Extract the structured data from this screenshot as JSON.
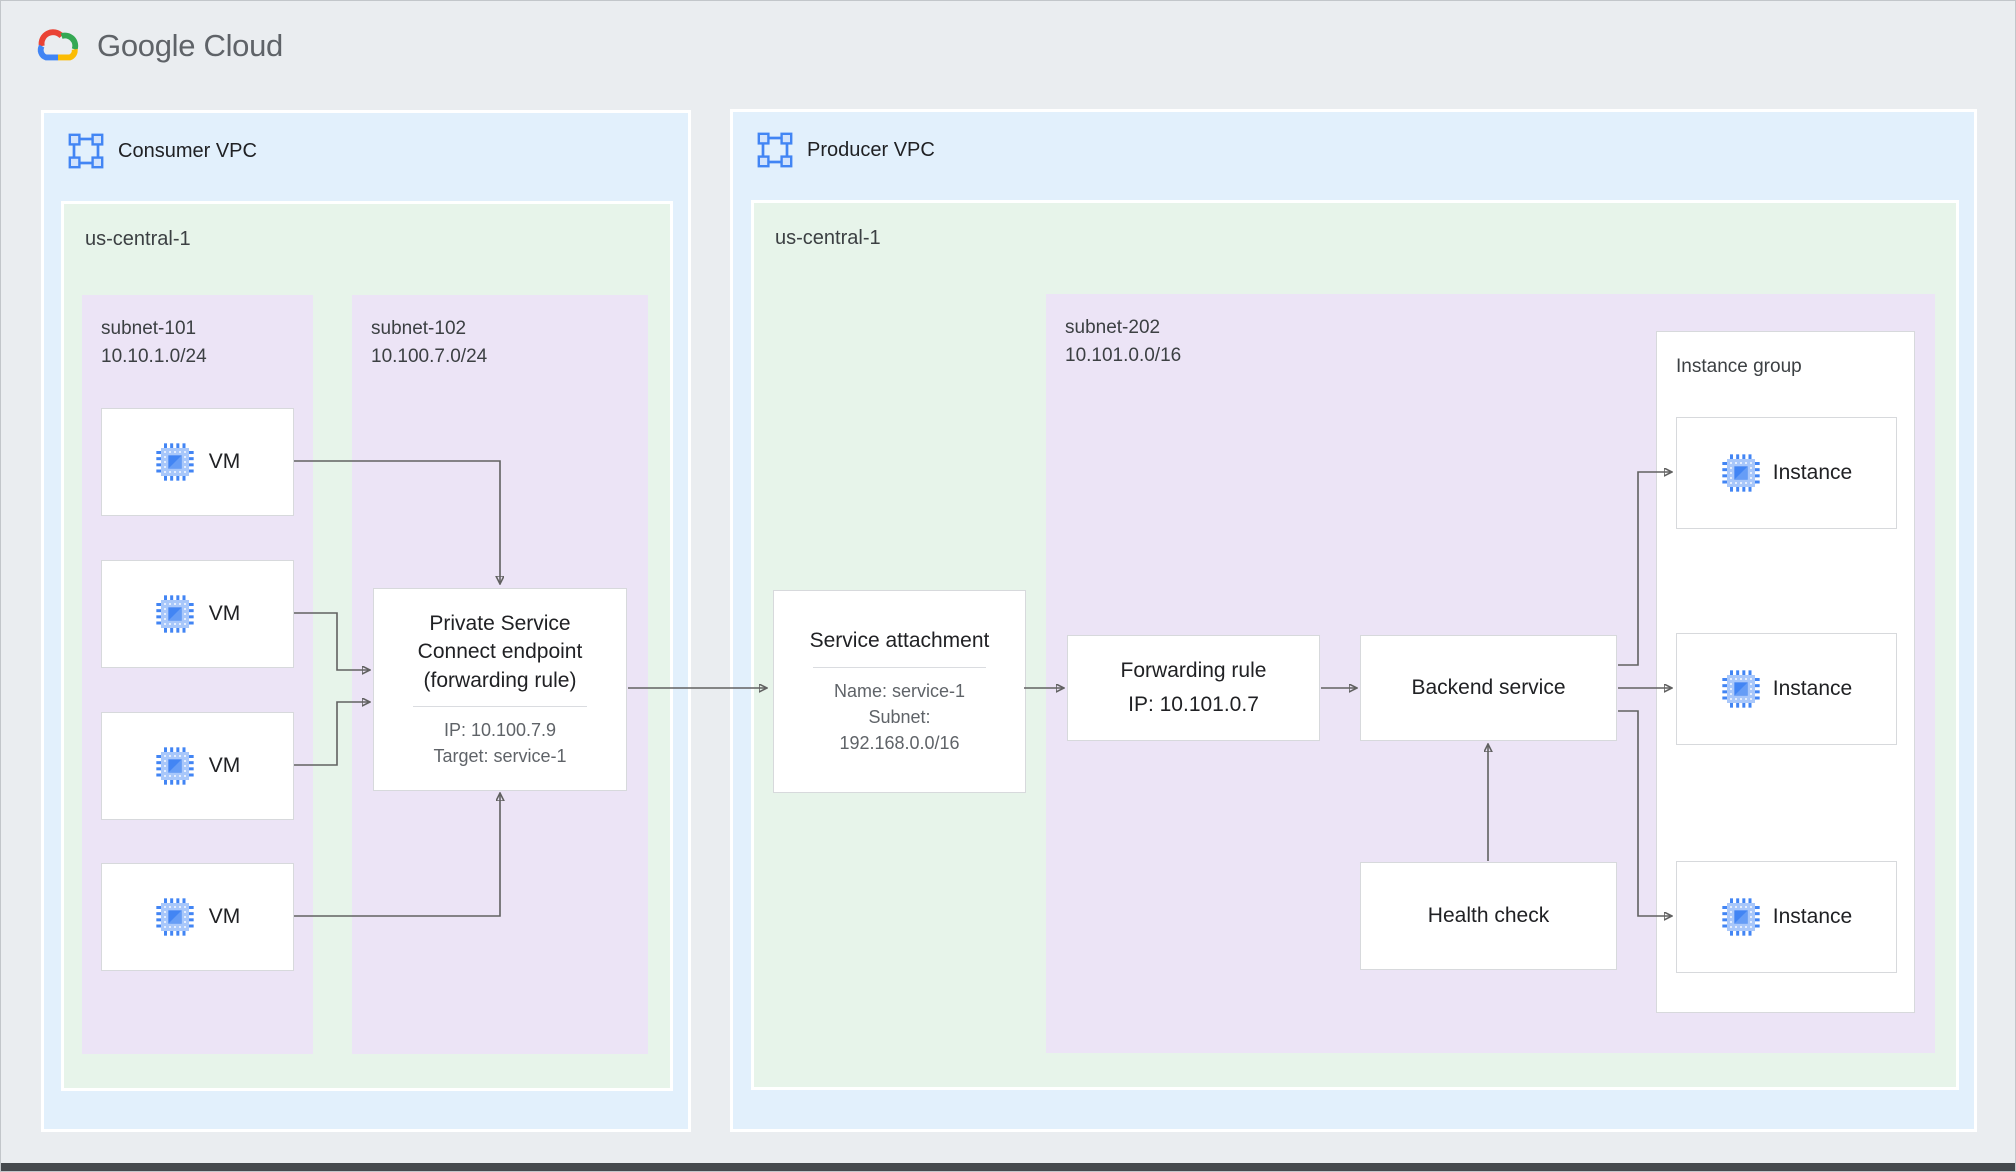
{
  "brand": {
    "logo_text": "Google Cloud"
  },
  "colors": {
    "google_blue": "#4285F4",
    "google_red": "#EA4335",
    "google_yellow": "#FBBC04",
    "google_green": "#34A853",
    "vpc_fill": "#E2F0FC",
    "region_fill": "#E7F4EA",
    "subnet_fill": "#ECE4F6",
    "arrow": "#616161"
  },
  "icons": {
    "vpc": "vpc-network-icon",
    "chip": "compute-chip-icon",
    "logo": "google-cloud-logo"
  },
  "consumer_vpc": {
    "label": "Consumer VPC",
    "region_label": "us-central-1",
    "subnet_101": {
      "name": "subnet-101",
      "cidr": "10.10.1.0/24",
      "vms": [
        {
          "label": "VM"
        },
        {
          "label": "VM"
        },
        {
          "label": "VM"
        },
        {
          "label": "VM"
        }
      ]
    },
    "subnet_102": {
      "name": "subnet-102",
      "cidr": "10.100.7.0/24",
      "endpoint": {
        "title": "Private Service Connect endpoint (forwarding rule)",
        "details": [
          "IP: 10.100.7.9",
          "Target: service-1"
        ]
      }
    }
  },
  "producer_vpc": {
    "label": "Producer VPC",
    "region_label": "us-central-1",
    "service_attachment": {
      "title": "Service attachment",
      "details": [
        "Name: service-1",
        "Subnet:",
        "192.168.0.0/16"
      ]
    },
    "subnet_202": {
      "name": "subnet-202",
      "cidr": "10.101.0.0/16",
      "forwarding_rule": {
        "lines": [
          "Forwarding rule",
          "IP: 10.101.0.7"
        ]
      },
      "backend_service": {
        "label": "Backend service"
      },
      "health_check": {
        "label": "Health check"
      },
      "instance_group": {
        "label": "Instance group",
        "instances": [
          {
            "label": "Instance"
          },
          {
            "label": "Instance"
          },
          {
            "label": "Instance"
          }
        ]
      }
    }
  }
}
